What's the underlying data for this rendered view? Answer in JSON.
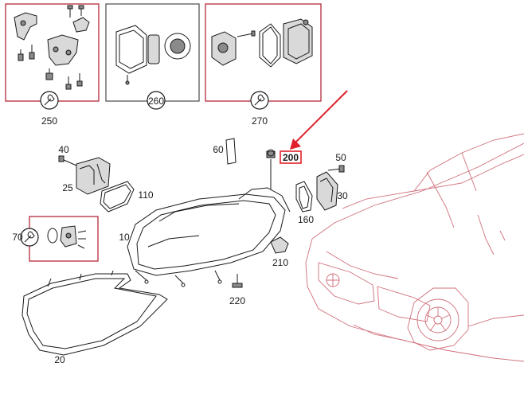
{
  "diagram": {
    "highlight_color": "#e0202a",
    "kit_border_color": "#b5293a",
    "car_line_color": "#cf6f7a",
    "parts": [
      {
        "id": "10",
        "label": "10"
      },
      {
        "id": "20",
        "label": "20"
      },
      {
        "id": "25",
        "label": "25"
      },
      {
        "id": "30",
        "label": "30"
      },
      {
        "id": "40",
        "label": "40"
      },
      {
        "id": "50",
        "label": "50"
      },
      {
        "id": "60",
        "label": "60"
      },
      {
        "id": "70",
        "label": "70"
      },
      {
        "id": "110",
        "label": "110"
      },
      {
        "id": "160",
        "label": "160"
      },
      {
        "id": "200",
        "label": "200",
        "highlighted": true
      },
      {
        "id": "210",
        "label": "210"
      },
      {
        "id": "220",
        "label": "220"
      }
    ],
    "kits": [
      {
        "id": "250",
        "label": "250",
        "icon": "wrench-icon"
      },
      {
        "id": "260",
        "label": "260",
        "icon": "none"
      },
      {
        "id": "270",
        "label": "270",
        "icon": "wrench-icon"
      }
    ]
  }
}
